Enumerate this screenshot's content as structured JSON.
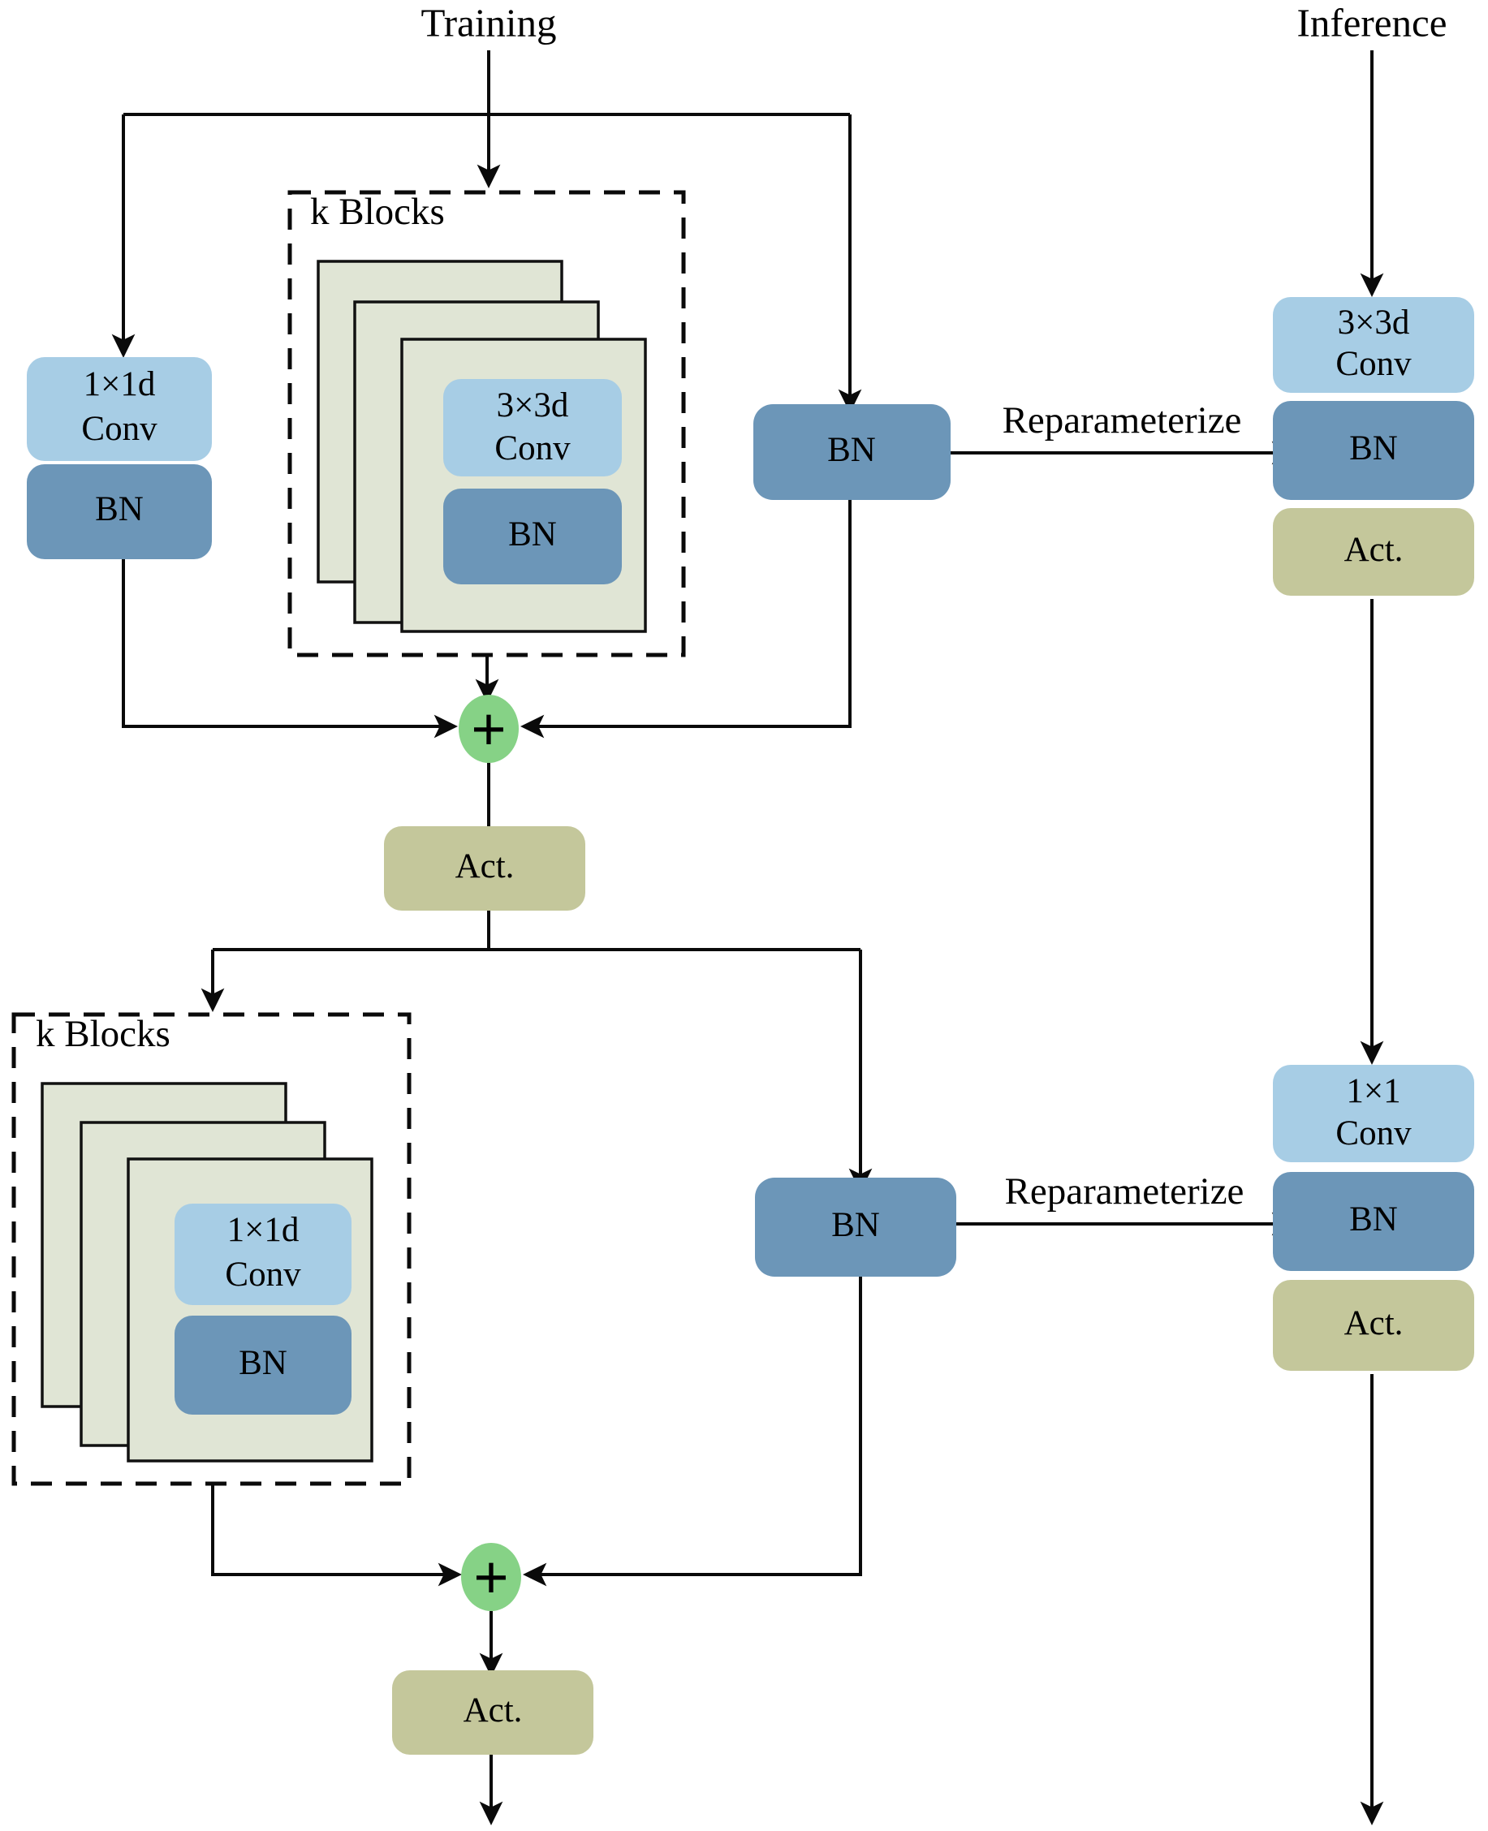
{
  "figure": {
    "kind": "neural-network-architecture-diagram",
    "title_left": "Training",
    "title_right": "Inference"
  },
  "labels": {
    "training": "Training",
    "inference": "Inference",
    "reparameterize": "Reparameterize",
    "k_blocks": "k Blocks",
    "conv_1x1d": "1×1d\nConv",
    "conv_3x3d": "3×3d\nConv",
    "conv_1x1": "1×1\nConv",
    "bn": "BN",
    "act": "Act.",
    "plus": "+"
  },
  "colors": {
    "conv_light_blue": "#a7cde5",
    "bn_steel_blue": "#6c96b8",
    "act_olive": "#c4c79b",
    "sheet_sage": "#e0e5d5",
    "plus_green": "#86d286",
    "stroke_black": "#0a0a0a",
    "background": "#ffffff"
  },
  "training_branch": {
    "entry_label": "Training",
    "residual_left": {
      "nodes": [
        {
          "id": "tr-conv-1x1d",
          "label": "1×1d\nConv",
          "line1": "1×1d",
          "line2": "Conv",
          "type": "conv",
          "color": "#a7cde5"
        },
        {
          "id": "tr-bn-left",
          "label": "BN",
          "type": "bn",
          "color": "#6c96b8"
        }
      ]
    },
    "main_path": {
      "container_label": "k Blocks",
      "stacked_count": 3,
      "nodes": [
        {
          "id": "tr-conv-3x3d",
          "label": "3×3d\nConv",
          "line1": "3×3d",
          "line2": "Conv",
          "type": "conv",
          "color": "#a7cde5"
        },
        {
          "id": "tr-bn-block",
          "label": "BN",
          "type": "bn",
          "color": "#6c96b8"
        }
      ]
    },
    "identity_right": {
      "nodes": [
        {
          "id": "tr-bn-right",
          "label": "BN",
          "type": "bn",
          "color": "#6c96b8"
        }
      ]
    },
    "merge": {
      "id": "tr-add-1",
      "label": "+",
      "type": "add",
      "color": "#86d286"
    },
    "after_merge": {
      "id": "tr-act-1",
      "label": "Act.",
      "type": "act",
      "color": "#c4c79b"
    }
  },
  "training_branch_stage2": {
    "residual_left": {
      "container_label": "k Blocks",
      "stacked_count": 3,
      "nodes": [
        {
          "id": "tr2-conv-1x1d",
          "label": "1×1d\nConv",
          "line1": "1×1d",
          "line2": "Conv",
          "type": "conv",
          "color": "#a7cde5"
        },
        {
          "id": "tr2-bn-block",
          "label": "BN",
          "type": "bn",
          "color": "#6c96b8"
        }
      ]
    },
    "identity_right": {
      "nodes": [
        {
          "id": "tr2-bn-right",
          "label": "BN",
          "type": "bn",
          "color": "#6c96b8"
        }
      ]
    },
    "merge": {
      "id": "tr2-add",
      "label": "+",
      "type": "add",
      "color": "#86d286"
    },
    "after_merge": {
      "id": "tr2-act",
      "label": "Act.",
      "type": "act",
      "color": "#c4c79b"
    }
  },
  "inference_branch": {
    "entry_label": "Inference",
    "stage1": [
      {
        "id": "inf-conv-3x3d",
        "label": "3×3d\nConv",
        "line1": "3×3d",
        "line2": "Conv",
        "type": "conv",
        "color": "#a7cde5"
      },
      {
        "id": "inf-bn-1",
        "label": "BN",
        "type": "bn",
        "color": "#6c96b8"
      },
      {
        "id": "inf-act-1",
        "label": "Act.",
        "type": "act",
        "color": "#c4c79b"
      }
    ],
    "stage2": [
      {
        "id": "inf-conv-1x1",
        "label": "1×1\nConv",
        "line1": "1×1",
        "line2": "Conv",
        "type": "conv",
        "color": "#a7cde5"
      },
      {
        "id": "inf-bn-2",
        "label": "BN",
        "type": "bn",
        "color": "#6c96b8"
      },
      {
        "id": "inf-act-2",
        "label": "Act.",
        "type": "act",
        "color": "#c4c79b"
      }
    ]
  },
  "transitions": [
    {
      "id": "reparam-1",
      "label": "Reparameterize",
      "from": "tr-bn-right",
      "to": "inf-bn-1"
    },
    {
      "id": "reparam-2",
      "label": "Reparameterize",
      "from": "tr2-bn-right",
      "to": "inf-bn-2"
    }
  ]
}
